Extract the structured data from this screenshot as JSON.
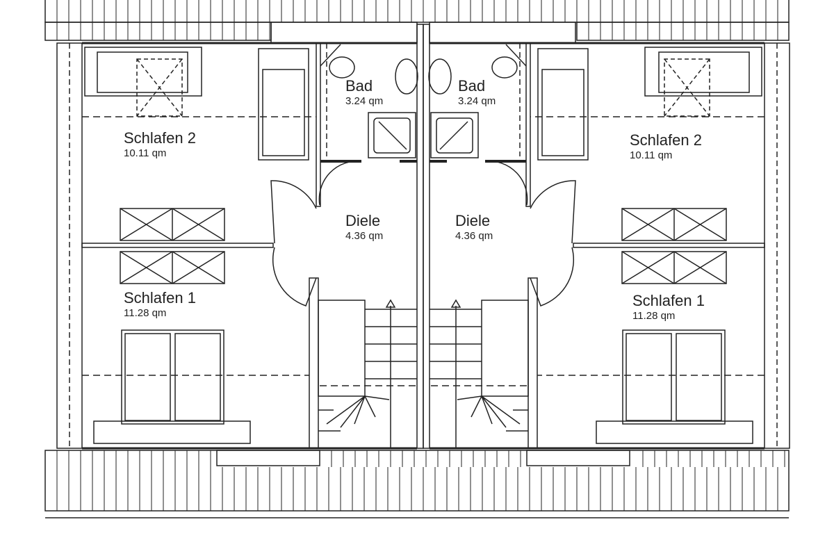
{
  "units": [
    {
      "side": "left",
      "rooms": [
        {
          "name": "Schlafen 2",
          "area": "10.11 qm"
        },
        {
          "name": "Bad",
          "area": "3.24 qm"
        },
        {
          "name": "Diele",
          "area": "4.36 qm"
        },
        {
          "name": "Schlafen 1",
          "area": "11.28 qm"
        }
      ]
    },
    {
      "side": "right",
      "rooms": [
        {
          "name": "Schlafen 2",
          "area": "10.11 qm"
        },
        {
          "name": "Bad",
          "area": "3.24 qm"
        },
        {
          "name": "Diele",
          "area": "4.36 qm"
        },
        {
          "name": "Schlafen 1",
          "area": "11.28 qm"
        }
      ]
    }
  ],
  "colors": {
    "line": "#222222",
    "background": "#ffffff"
  }
}
